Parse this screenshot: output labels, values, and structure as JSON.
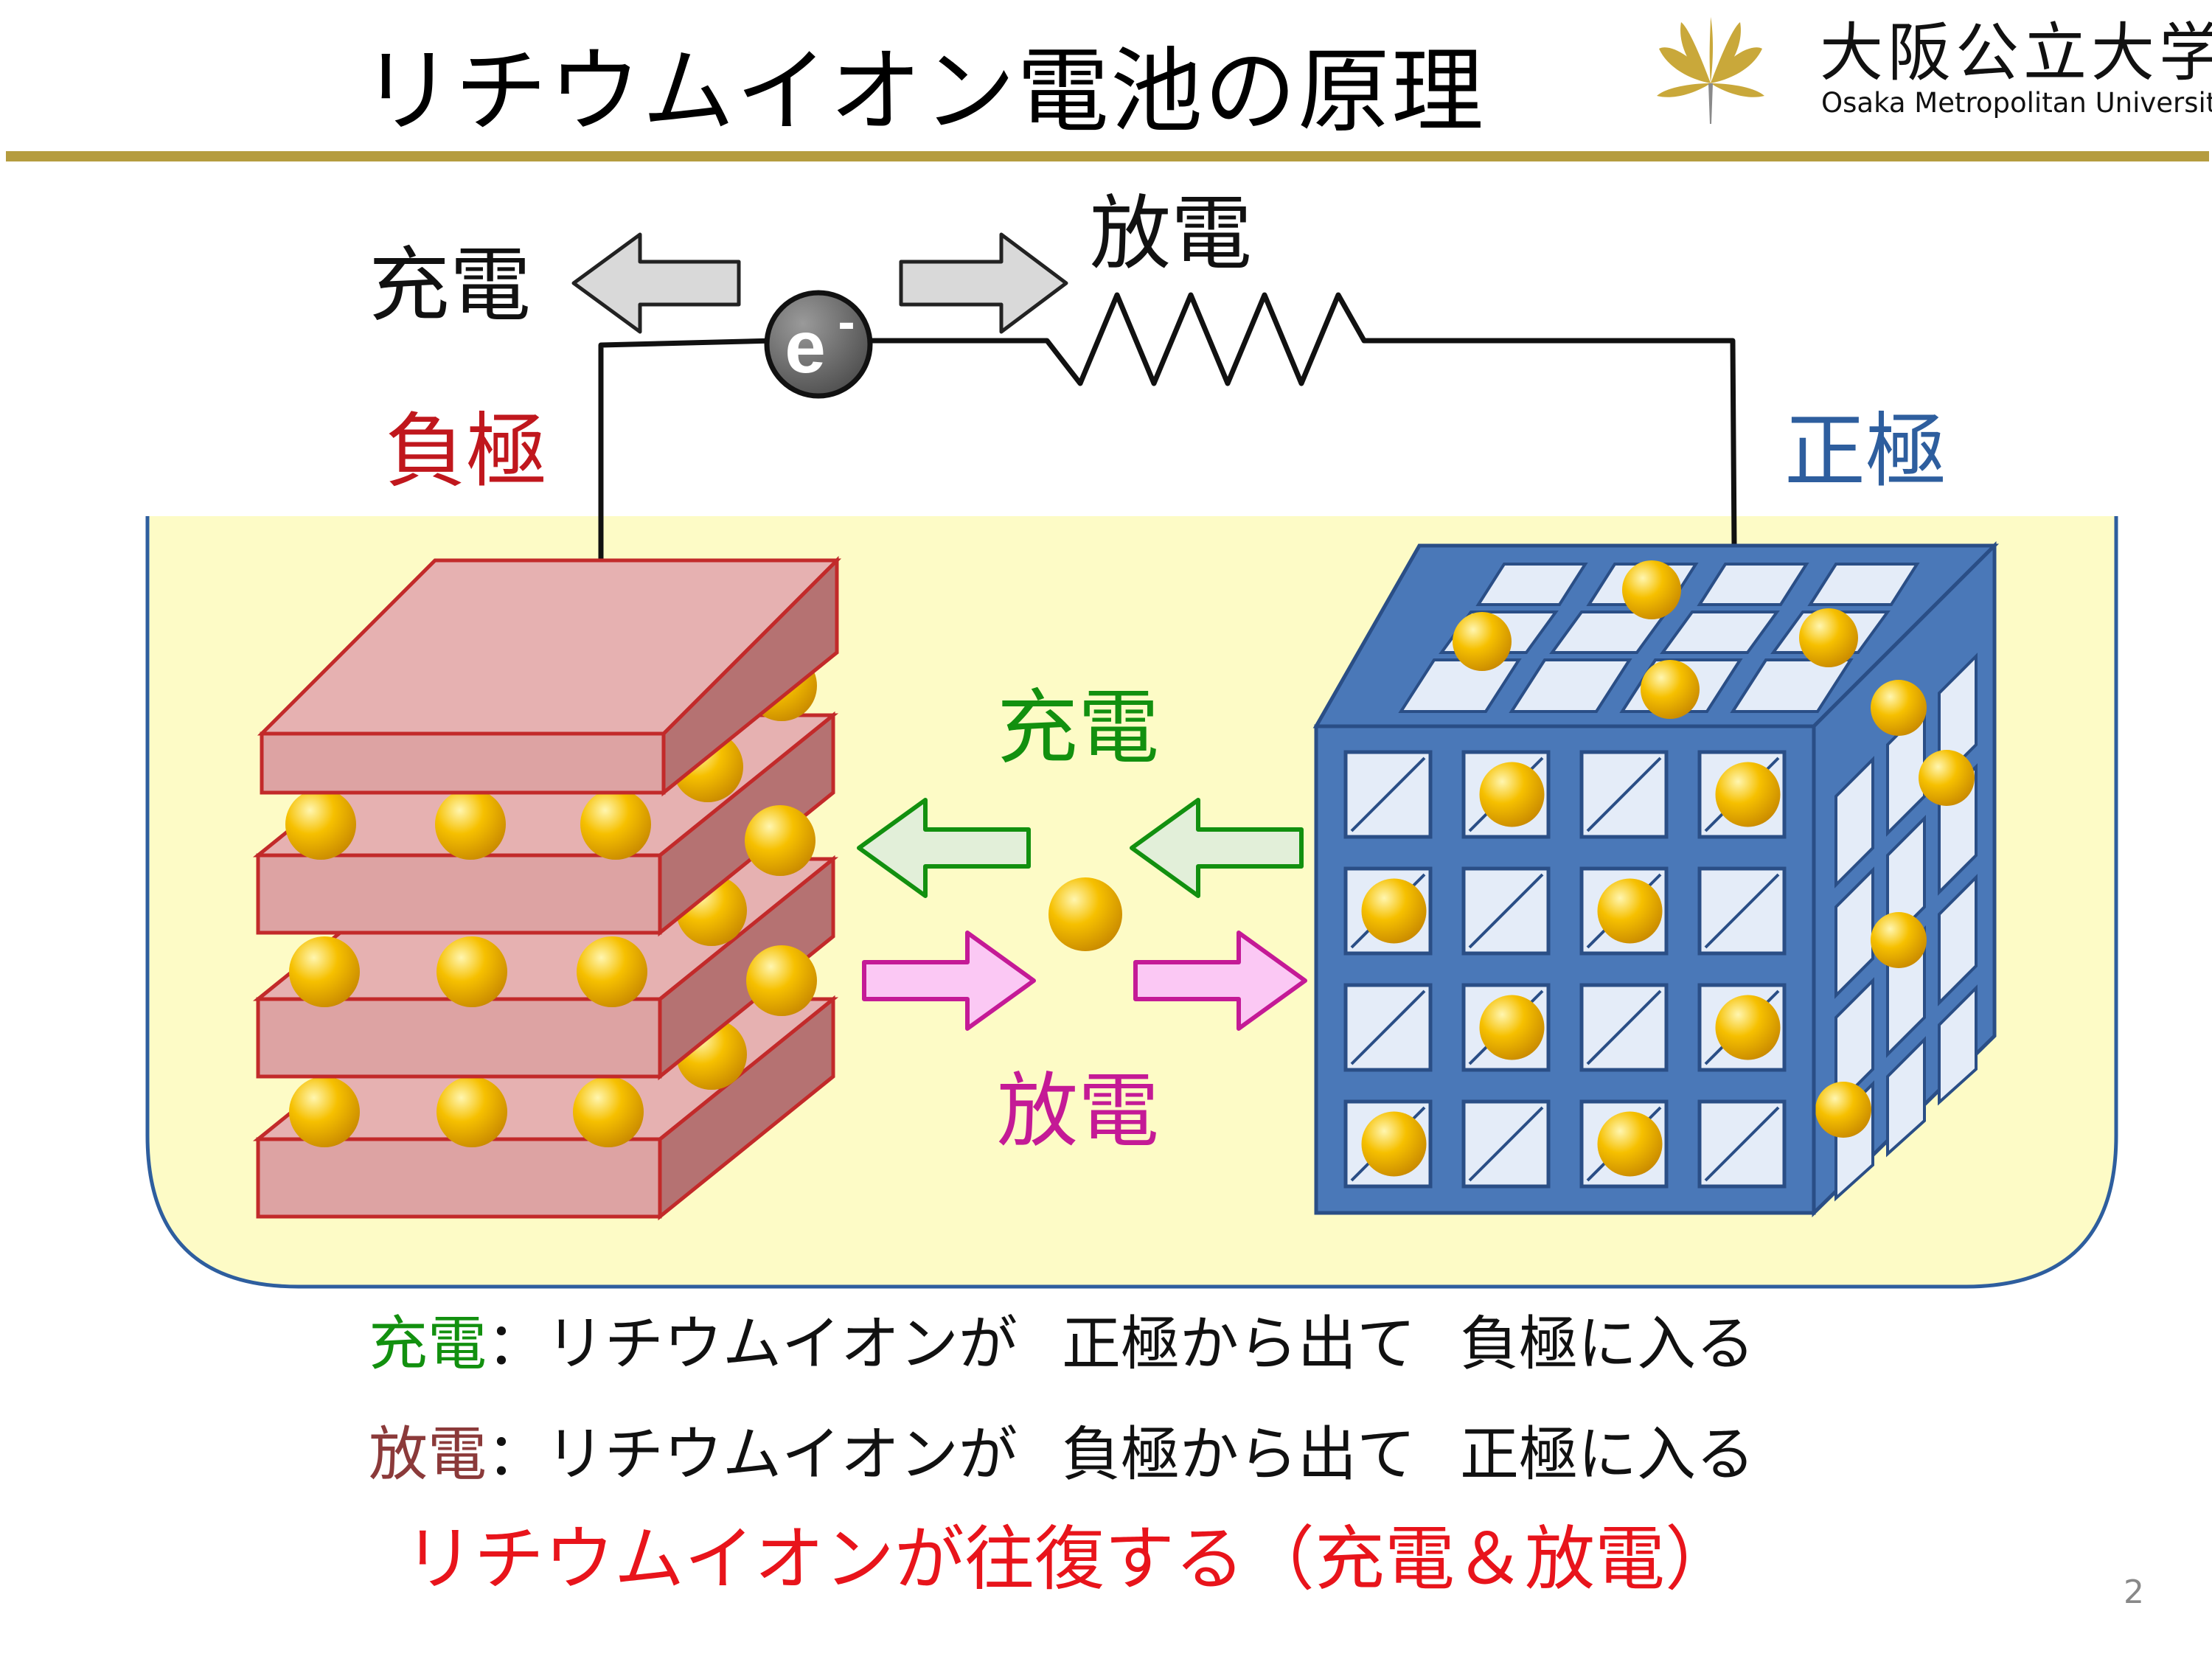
{
  "header": {
    "title": "リチウムイオン電池の原理",
    "logo_name_ja": "大阪公立大学",
    "logo_name_en": "Osaka Metropolitan University"
  },
  "circuit": {
    "charge_label": "充電",
    "discharge_label": "放電",
    "electron_symbol": "e",
    "electron_sign": "-"
  },
  "electrodes": {
    "negative_label": "負極",
    "positive_label": "正極"
  },
  "ion_flow": {
    "charge_label": "充電",
    "discharge_label": "放電"
  },
  "explanations": {
    "charge": {
      "term": "充電",
      "colon": "：",
      "subject": "リチウムイオンが",
      "from": "正極から出て",
      "to": "負極に入る"
    },
    "discharge": {
      "term": "放電",
      "colon": "：",
      "subject": "リチウムイオンが",
      "from": "負極から出て",
      "to": "正極に入る"
    },
    "summary": "リチウムイオンが往復する（充電＆放電）"
  },
  "page_number": "2",
  "colors": {
    "brand_gold": "#b59c3f",
    "negative_red": "#c0171d",
    "positive_blue": "#2e5e9e",
    "charge_green": "#12900f",
    "discharge_magenta": "#c41a96",
    "discharge_brown": "#8b3a3a",
    "summary_red": "#e8141b",
    "electrolyte": "#fdfbc6",
    "anode_sheet": "#e3aeae",
    "cathode_frame": "#4a78b8",
    "ion_gold": "#f6b700"
  }
}
